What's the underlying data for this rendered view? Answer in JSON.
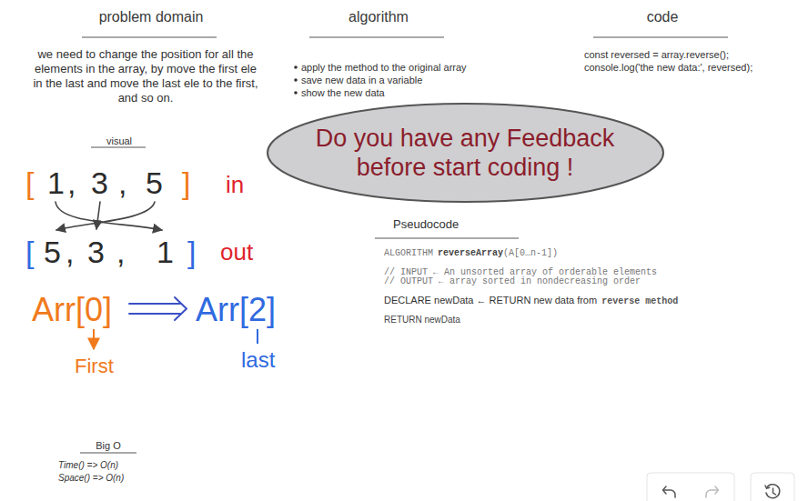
{
  "diagram": {
    "nodes": [
      {
        "text": [
          "Do you have any Feedback before start coding !"
        ]
      }
    ],
    "labels": [
      "problem domain",
      "algorithm",
      "code",
      "we need to change the position for all the elements in the array, by move the first ele in the last and move the last ele to the first, and so on.",
      "apply the method to the original array",
      "save new data in a variable",
      "show the new data",
      "const reversed = array.reverse();",
      "console.log('the new data:', reversed);",
      "visual",
      "[",
      "1",
      ",",
      "3",
      ",",
      "5",
      "]",
      "in",
      "[",
      "5",
      ",",
      "3",
      ",",
      "1",
      "]",
      "out",
      "Arr[0]",
      "Arr[2]",
      "First",
      "last",
      "Pseudocode",
      "ALGORITHM",
      "reverseArray",
      "(A[0…n-1])",
      "// INPUT ← An unsorted array of orderable elements",
      "// OUTPUT ← array sorted in nondecreasing order",
      "DECLARE newData ← RETURN new data from",
      "reverse method",
      "RETURN newData",
      "Big O",
      "Time() => O(n)",
      "Space() => O(n)"
    ]
  }
}
